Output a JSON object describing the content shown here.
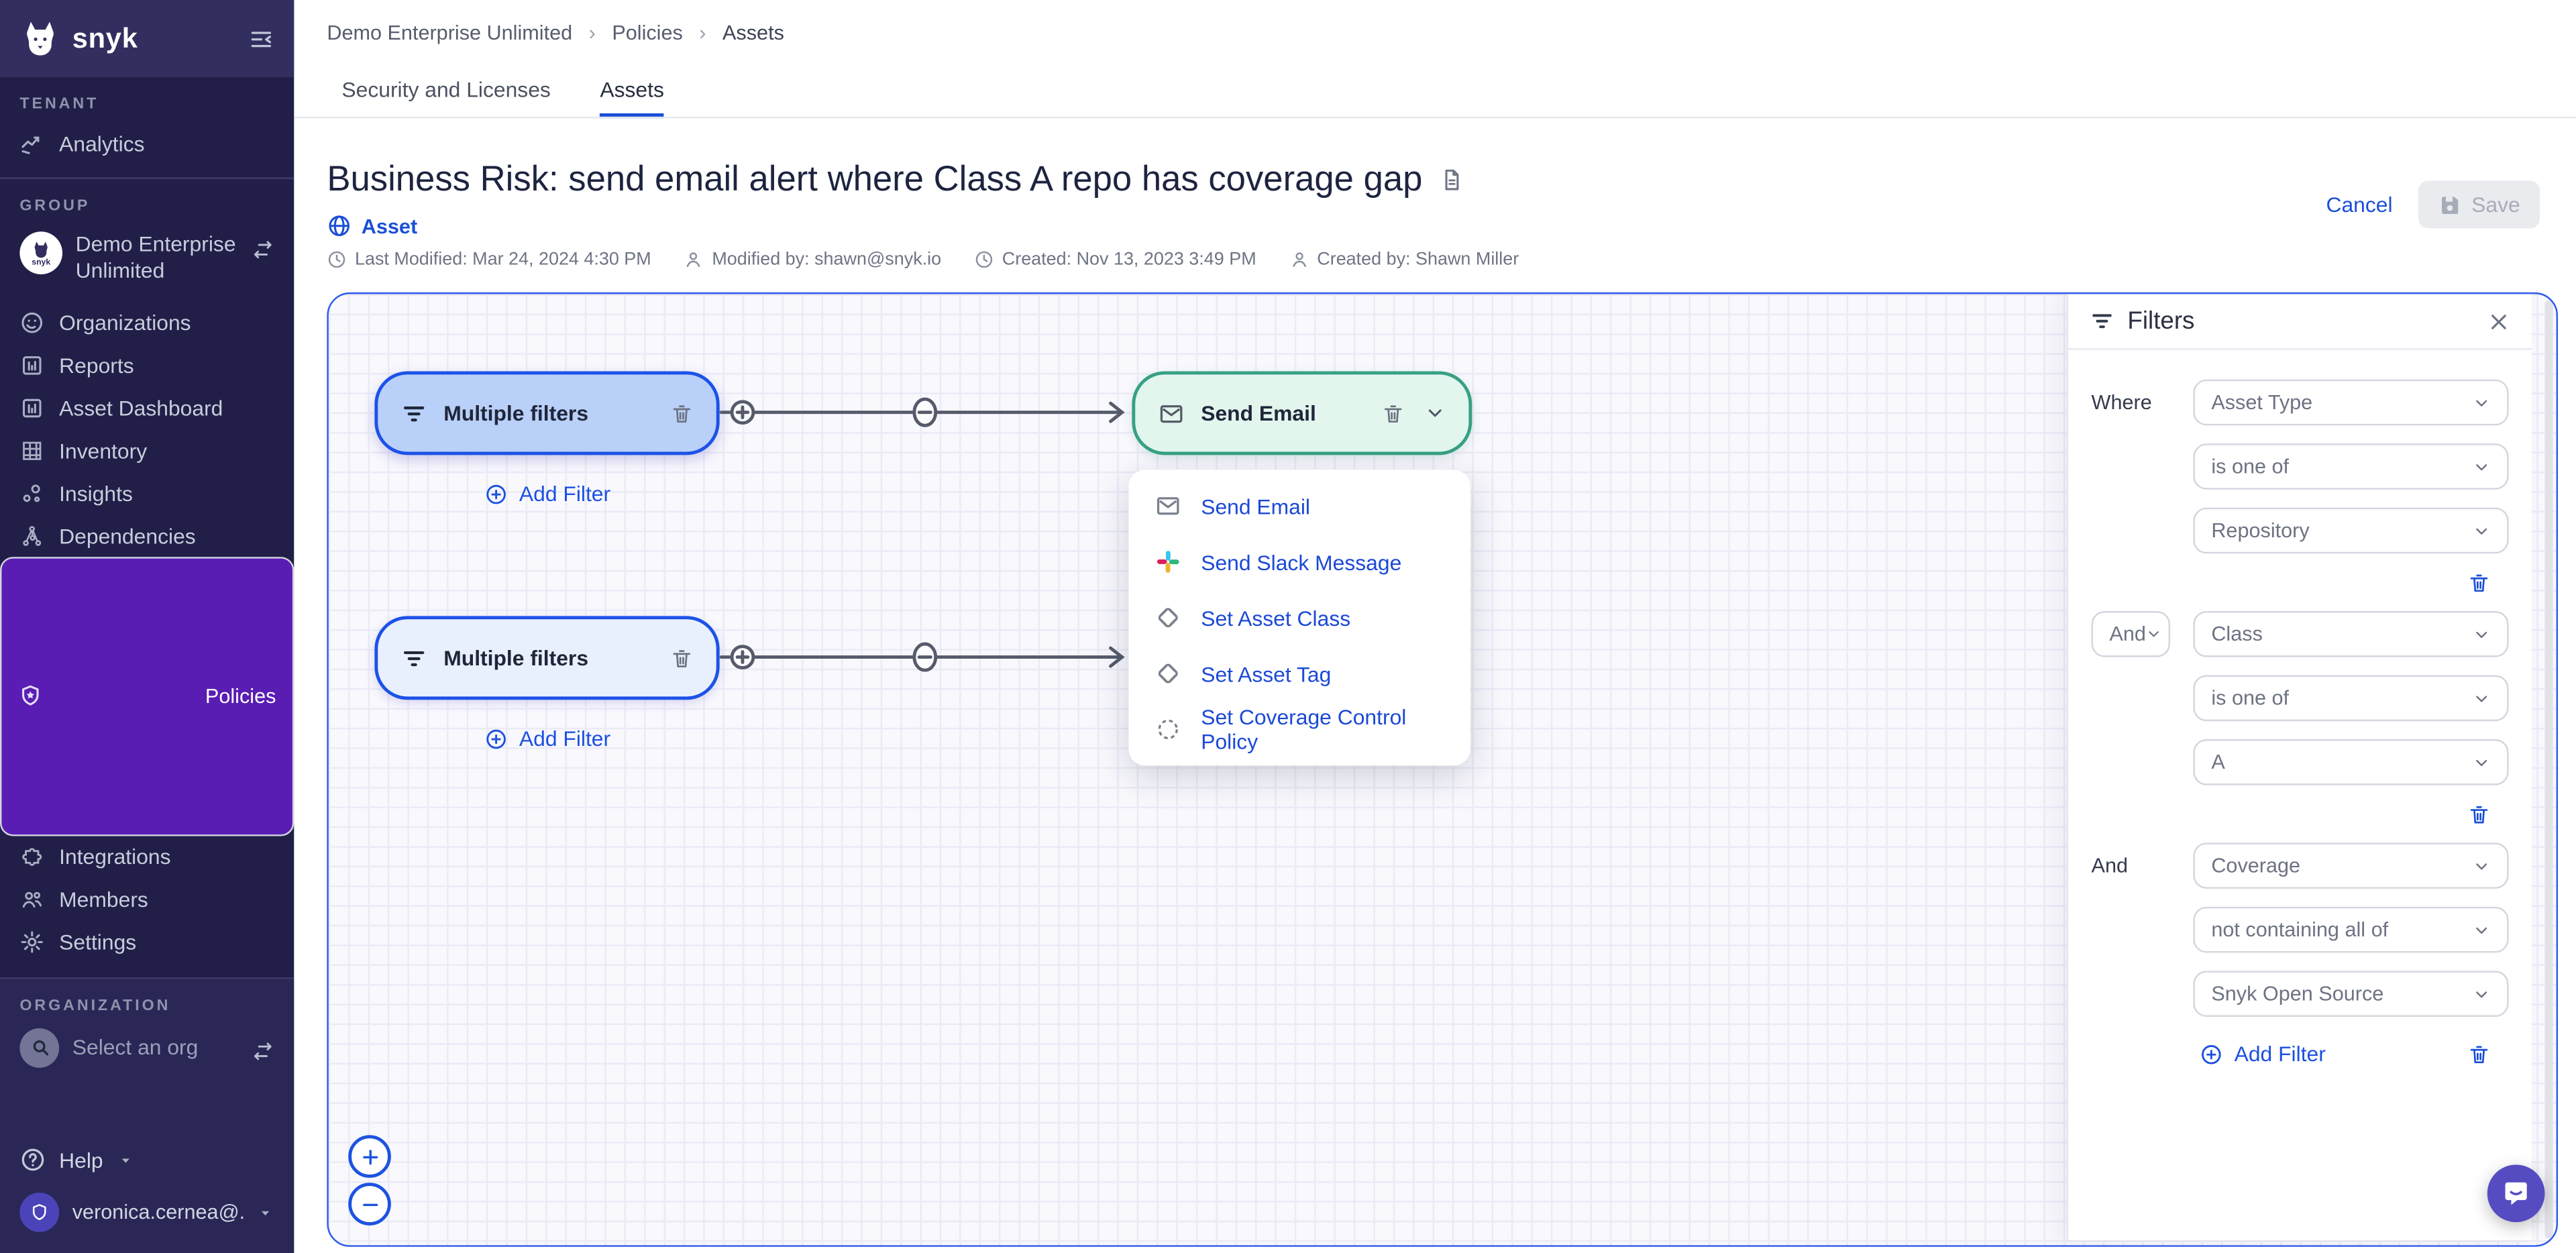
{
  "sidebar": {
    "logo_text": "snyk",
    "sections": {
      "tenant_label": "TENANT",
      "group_label": "GROUP",
      "organization_label": "ORGANIZATION"
    },
    "tenant_items": [
      {
        "label": "Analytics",
        "icon": "analytics-icon"
      }
    ],
    "group_name": "Demo Enterprise Unlimited",
    "group_avatar_text": "snyk",
    "group_items": [
      {
        "label": "Organizations",
        "icon": "organizations-icon"
      },
      {
        "label": "Reports",
        "icon": "reports-icon"
      },
      {
        "label": "Asset Dashboard",
        "icon": "asset-dashboard-icon"
      },
      {
        "label": "Inventory",
        "icon": "inventory-icon"
      },
      {
        "label": "Insights",
        "icon": "insights-icon"
      },
      {
        "label": "Dependencies",
        "icon": "dependencies-icon"
      },
      {
        "label": "Policies",
        "icon": "policies-icon",
        "selected": true
      },
      {
        "label": "Integrations",
        "icon": "integrations-icon"
      },
      {
        "label": "Members",
        "icon": "members-icon"
      },
      {
        "label": "Settings",
        "icon": "settings-icon"
      }
    ],
    "org_placeholder": "Select an org",
    "help_label": "Help",
    "user_email": "veronica.cernea@..."
  },
  "breadcrumb": {
    "items": [
      "Demo Enterprise Unlimited",
      "Policies",
      "Assets"
    ],
    "separator": "›"
  },
  "tabs": [
    {
      "label": "Security and Licenses"
    },
    {
      "label": "Assets",
      "active": true
    }
  ],
  "header": {
    "title": "Business Risk: send email alert where Class A repo has coverage gap",
    "type_label": "Asset",
    "cancel_label": "Cancel",
    "save_label": "Save",
    "save_disabled": true
  },
  "meta": {
    "last_modified": "Last Modified: Mar 24, 2024 4:30 PM",
    "modified_by": "Modified by: shawn@snyk.io",
    "created": "Created: Nov 13, 2023 3:49 PM",
    "created_by": "Created by: Shawn Miller"
  },
  "canvas": {
    "nodes": [
      {
        "label": "Multiple filters",
        "type": "filter",
        "selected": true
      },
      {
        "label": "Send Email",
        "type": "action"
      },
      {
        "label": "Multiple filters",
        "type": "filter"
      }
    ],
    "add_filter_label": "Add Filter",
    "action_menu": [
      "Send Email",
      "Send Slack Message",
      "Set Asset Class",
      "Set Asset Tag",
      "Set Coverage Control Policy"
    ]
  },
  "filters_panel": {
    "title": "Filters",
    "where_label": "Where",
    "groups": [
      {
        "connector": "",
        "field": "Asset Type",
        "operator": "is one of",
        "value": "Repository"
      },
      {
        "connector": "And",
        "field": "Class",
        "operator": "is one of",
        "value": "A"
      },
      {
        "connector": "And",
        "field": "Coverage",
        "operator": "not containing all of",
        "value": "Snyk Open Source"
      }
    ],
    "add_filter_label": "Add Filter"
  },
  "icons": {
    "funnel-icon": "3 shrinking bars",
    "trash-icon": "trash can",
    "mail-icon": "envelope",
    "slack-icon": "slack pinwheel",
    "diamond-icon": "notched diamond",
    "dashed-circle-icon": "dashed circle",
    "plus-circle-icon": "circled plus",
    "search-icon": "magnifier",
    "chat-icon": "speech bubble smile"
  },
  "colors": {
    "accent_blue": "#1b4fd7",
    "node_blue_border": "#1c52e8",
    "node_blue_fill": "#b9d0f8",
    "node_blue_fill_light": "#e9f0fd",
    "node_green_border": "#36a183",
    "node_green_fill": "#e2f6ee",
    "sidebar_bg": "#211e48",
    "sidebar_selected": "#5a1db4",
    "canvas_border": "#2e5be9",
    "chat_purple": "#554cc2",
    "slack_colors": [
      "#36C5F0",
      "#2EB67D",
      "#ECB22E",
      "#E01E5A"
    ]
  }
}
